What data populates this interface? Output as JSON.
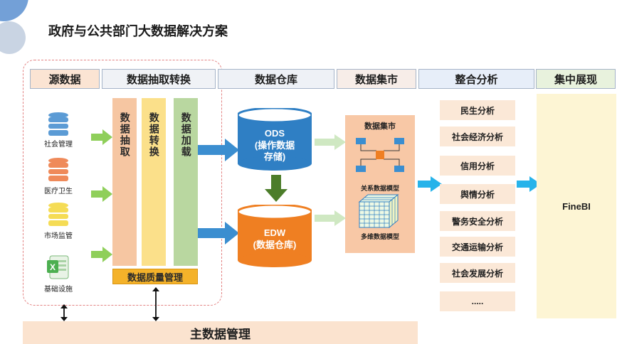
{
  "title": "政府与公共部门大数据解决方案",
  "headers": {
    "source": "源数据",
    "etl": "数据抽取转换",
    "warehouse": "数据仓库",
    "mart": "数据集市",
    "analysis": "整合分析",
    "display": "集中展现"
  },
  "sources": [
    {
      "label": "社会管理",
      "icon": "database-icon",
      "color": "#5b9bd5"
    },
    {
      "label": "医疗卫生",
      "icon": "database-icon",
      "color": "#ef8a5a"
    },
    {
      "label": "市场监管",
      "icon": "database-icon",
      "color": "#f5dc55"
    },
    {
      "label": "基础设施",
      "icon": "excel-file-icon",
      "color": "#5dae60"
    }
  ],
  "etl": {
    "extract": "数据抽取",
    "transform": "数据转换",
    "load": "数据加载",
    "quality": "数据质量管理"
  },
  "warehouse": {
    "ods_line1": "ODS",
    "ods_line2": "(操作数据",
    "ods_line3": "存储)",
    "edw_line1": "EDW",
    "edw_line2": "(数据仓库)"
  },
  "mart": {
    "title": "数据集市",
    "relational": "关系数据模型",
    "multidim": "多维数据模型"
  },
  "analysis": [
    "民生分析",
    "社会经济分析",
    "信用分析",
    "舆情分析",
    "警务安全分析",
    "交通运输分析",
    "社会发展分析",
    "....."
  ],
  "display": "FineBI",
  "master_data": "主数据管理",
  "colors": {
    "ods": "#2f7fc4",
    "edw": "#ef7f22",
    "green_arrow": "#8fcf5a",
    "blue_arrow": "#3b8ed0",
    "cyan_arrow": "#27b3ea",
    "dashed_border": "#e38282"
  }
}
